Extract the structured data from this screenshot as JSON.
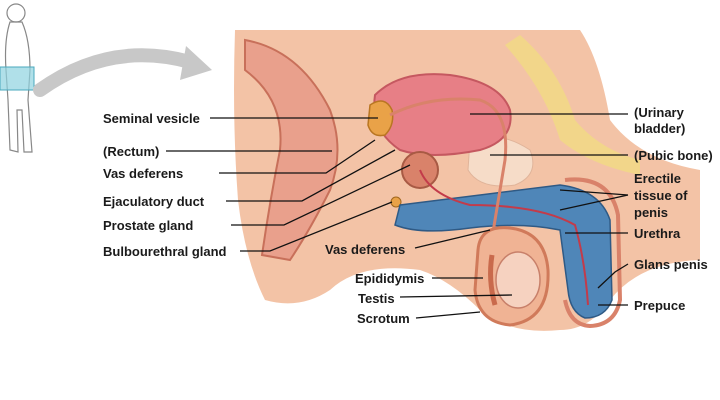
{
  "labels_left": {
    "seminal_vesicle": "Seminal vesicle",
    "rectum": "(Rectum)",
    "vas_deferens_upper": "Vas deferens",
    "ejaculatory_duct": "Ejaculatory duct",
    "prostate_gland": "Prostate gland",
    "bulbourethral_gland": "Bulbourethral gland",
    "vas_deferens_lower": "Vas deferens",
    "epididymis": "Epididymis",
    "testis": "Testis",
    "scrotum": "Scrotum"
  },
  "labels_right": {
    "urinary_bladder_1": "(Urinary",
    "urinary_bladder_2": "bladder)",
    "pubic_bone": "(Pubic bone)",
    "erectile_1": "Erectile",
    "erectile_2": "tissue of",
    "erectile_3": "penis",
    "urethra": "Urethra",
    "glans_penis": "Glans penis",
    "prepuce": "Prepuce"
  },
  "colors": {
    "tissue": "#f3c3a6",
    "tissue_dark": "#d9826a",
    "muscle": "#e89a88",
    "bladder": "#e77f86",
    "erectile_blue": "#4f86b8",
    "bone": "#f6dcc8",
    "fat": "#f2d68a",
    "locator_box": "#8fd3e0",
    "arrow": "#c8c8c8"
  }
}
